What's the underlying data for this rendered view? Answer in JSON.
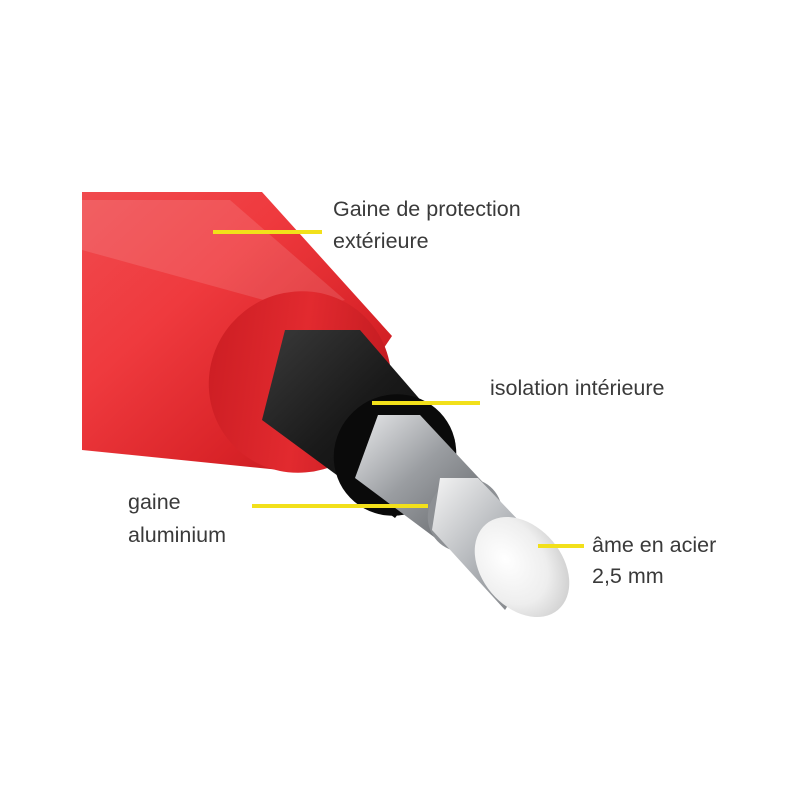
{
  "colors": {
    "outer_sheath": "#e8262b",
    "outer_sheath_dark": "#b5141a",
    "inner_insulation": "#141414",
    "aluminium_sheath": "#b9bcc0",
    "steel_core": "#ececec",
    "leader_line": "#f2e01a",
    "label_text": "#3a3a3a"
  },
  "labels": {
    "outer_sheath": {
      "line1": "Gaine de protection",
      "line2": "extérieure"
    },
    "inner_insulation": {
      "line1": "isolation intérieure"
    },
    "aluminium_sheath": {
      "line1": "gaine",
      "line2": "aluminium"
    },
    "steel_core": {
      "line1": "âme en acier",
      "line2": "2,5 mm"
    }
  }
}
